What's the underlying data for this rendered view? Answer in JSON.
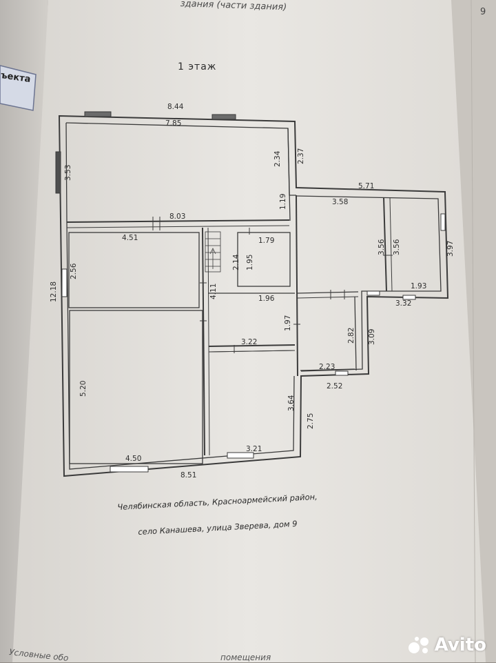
{
  "document": {
    "header_fragment": "здания (части здания)",
    "side_tab_text": "ъекта",
    "page_number": "9",
    "floor_title": "1  этаж",
    "address_line1": "Челябинская область, Красноармейский район,",
    "address_line2": "село Канашева, улица Зверева, дом 9",
    "legend_start": "Условные обо",
    "legend_end": "помещения"
  },
  "watermark": {
    "text": "Avito"
  },
  "dimensions": {
    "top_outer": "8.44",
    "top_inner": "7.85",
    "room1_height": "3.53",
    "room1_right_wall": "2.34",
    "right_upper_outer": "2.37",
    "right_step": "1.19",
    "room1_bottom": "8.03",
    "annex_top_outer": "5.71",
    "annex_room_width": "3.58",
    "annex_room_height": "3.56",
    "annex_small_height": "3.56",
    "annex_right_outer": "3.97",
    "annex_small_width": "1.93",
    "annex_bottom_outer": "3.32",
    "room2_width": "4.51",
    "room2_height": "2.56",
    "left_outer": "12.18",
    "small_room_width": "1.79",
    "small_room_h1": "2.14",
    "small_room_h2": "1.95",
    "hall_height": "4.11",
    "hall_width": "1.96",
    "corridor_height": "1.97",
    "corridor_width": "3.22",
    "bath_height": "2.82",
    "bath_outer_height": "3.09",
    "bath_width": "2.23",
    "bath_outer_width": "2.52",
    "room3_height": "5.20",
    "room3_width": "4.50",
    "room4_height": "3.64",
    "room4_width": "3.21",
    "right_lower_outer": "2.75",
    "bottom_outer": "8.51"
  }
}
